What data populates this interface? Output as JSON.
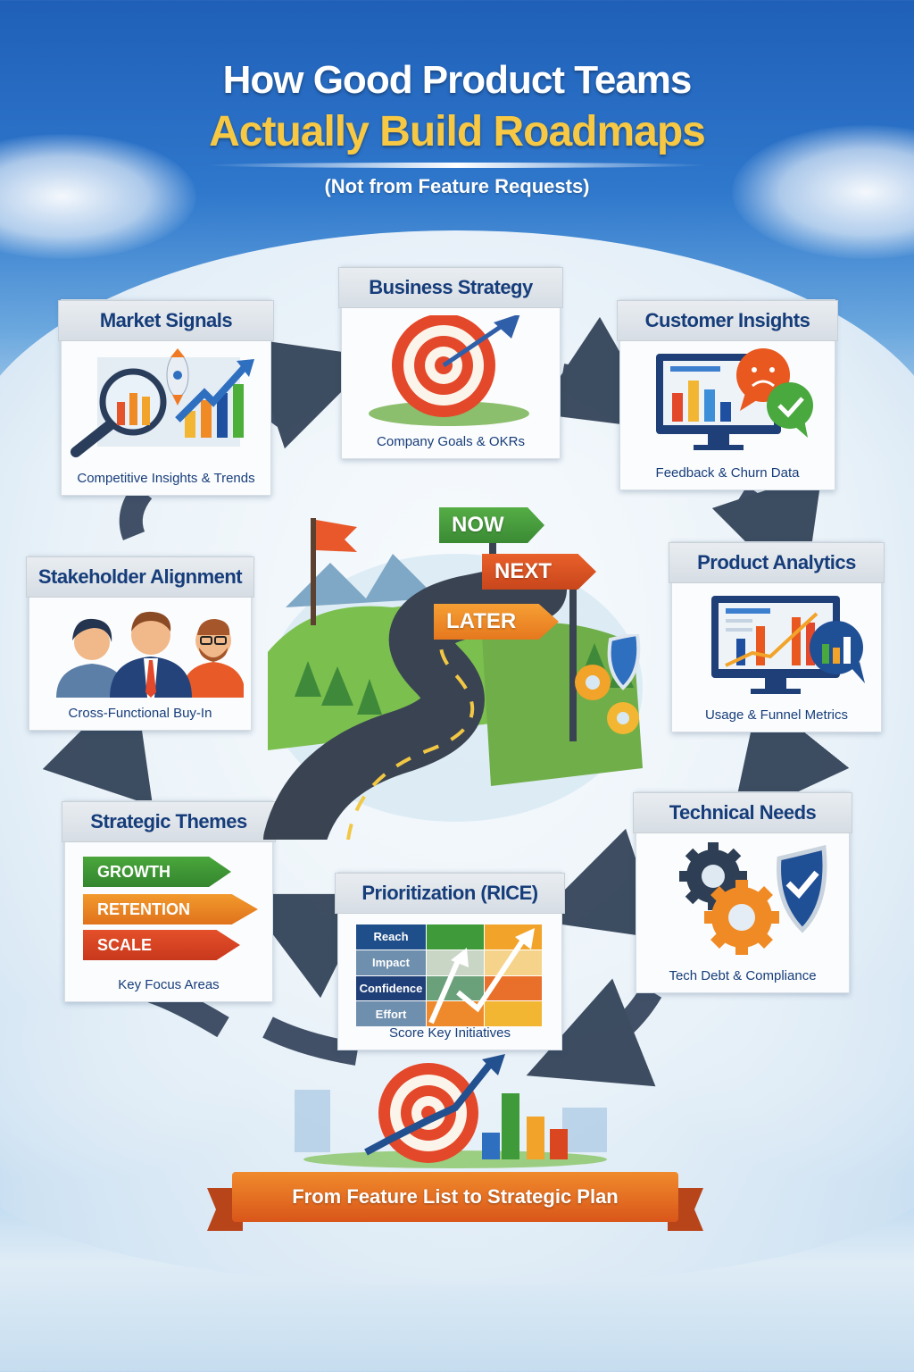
{
  "header": {
    "title_line1": "How Good Product Teams",
    "title_line2": "Actually Build Roadmaps",
    "subtitle": "(Not from Feature Requests)"
  },
  "colors": {
    "title_white": "#ffffff",
    "title_gold": "#f6c844",
    "card_heading": "#163d7a",
    "flow_arrow": "#2f3f55",
    "banner": "#e0641f",
    "sign_now": "#3f9a3a",
    "sign_next": "#d9531f",
    "sign_later": "#f08a24"
  },
  "cards": {
    "market_signals": {
      "title": "Market Signals",
      "caption": "Competitive Insights & Trends",
      "icon": "magnifier-rocket-chart-icon"
    },
    "business_strategy": {
      "title": "Business Strategy",
      "caption": "Company Goals & OKRs",
      "icon": "target-arrow-icon"
    },
    "customer_insights": {
      "title": "Customer Insights",
      "caption": "Feedback & Churn Data",
      "icon": "monitor-feedback-bubbles-icon"
    },
    "stakeholder_alignment": {
      "title": "Stakeholder Alignment",
      "caption": "Cross-Functional Buy-In",
      "icon": "three-people-icon"
    },
    "product_analytics": {
      "title": "Product Analytics",
      "caption": "Usage & Funnel Metrics",
      "icon": "monitor-analytics-icon"
    },
    "strategic_themes": {
      "title": "Strategic Themes",
      "caption": "Key Focus Areas",
      "themes": [
        "GROWTH",
        "RETENTION",
        "SCALE"
      ]
    },
    "prioritization": {
      "title": "Prioritization (RICE)",
      "caption": "Score Key Initiatives",
      "rows": [
        "Reach",
        "Impact",
        "Confidence",
        "Effort"
      ]
    },
    "technical_needs": {
      "title": "Technical Needs",
      "caption": "Tech Debt & Compliance",
      "icon": "gears-shield-icon"
    }
  },
  "center": {
    "signs": [
      "NOW",
      "NEXT",
      "LATER"
    ],
    "illustration": "winding-road-with-flag-and-signposts"
  },
  "footer": {
    "banner": "From Feature List to Strategic Plan",
    "illustration": "target-with-growth-arrow-and-bars"
  }
}
